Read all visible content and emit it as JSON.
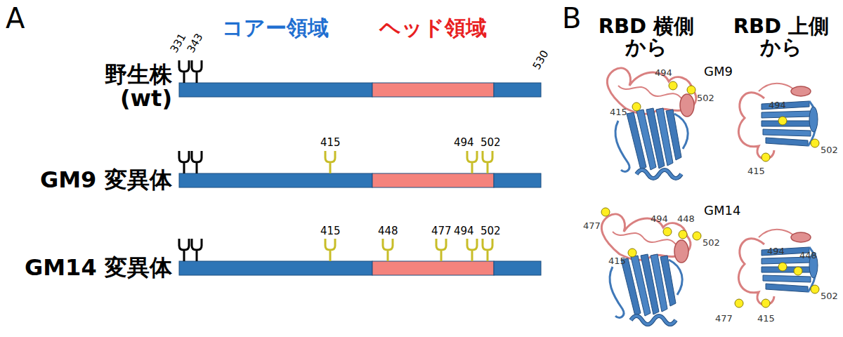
{
  "diagram": {
    "labels": [
      "A",
      "331",
      "343",
      "コアー領域",
      "ヘッド領域",
      "530",
      "野生株 (wt)",
      "415",
      "494",
      "502",
      "GM9 変異体",
      "415",
      "448",
      "477",
      "494",
      "502",
      "GM14 変異体",
      "B",
      "RBD 横側から",
      "RBD 上側から",
      "GM9",
      "494",
      "502",
      "415",
      "494",
      "502",
      "415",
      "GM14",
      "477",
      "494",
      "448",
      "502",
      "415",
      "494",
      "448",
      "477",
      "502",
      "415"
    ]
  }
}
